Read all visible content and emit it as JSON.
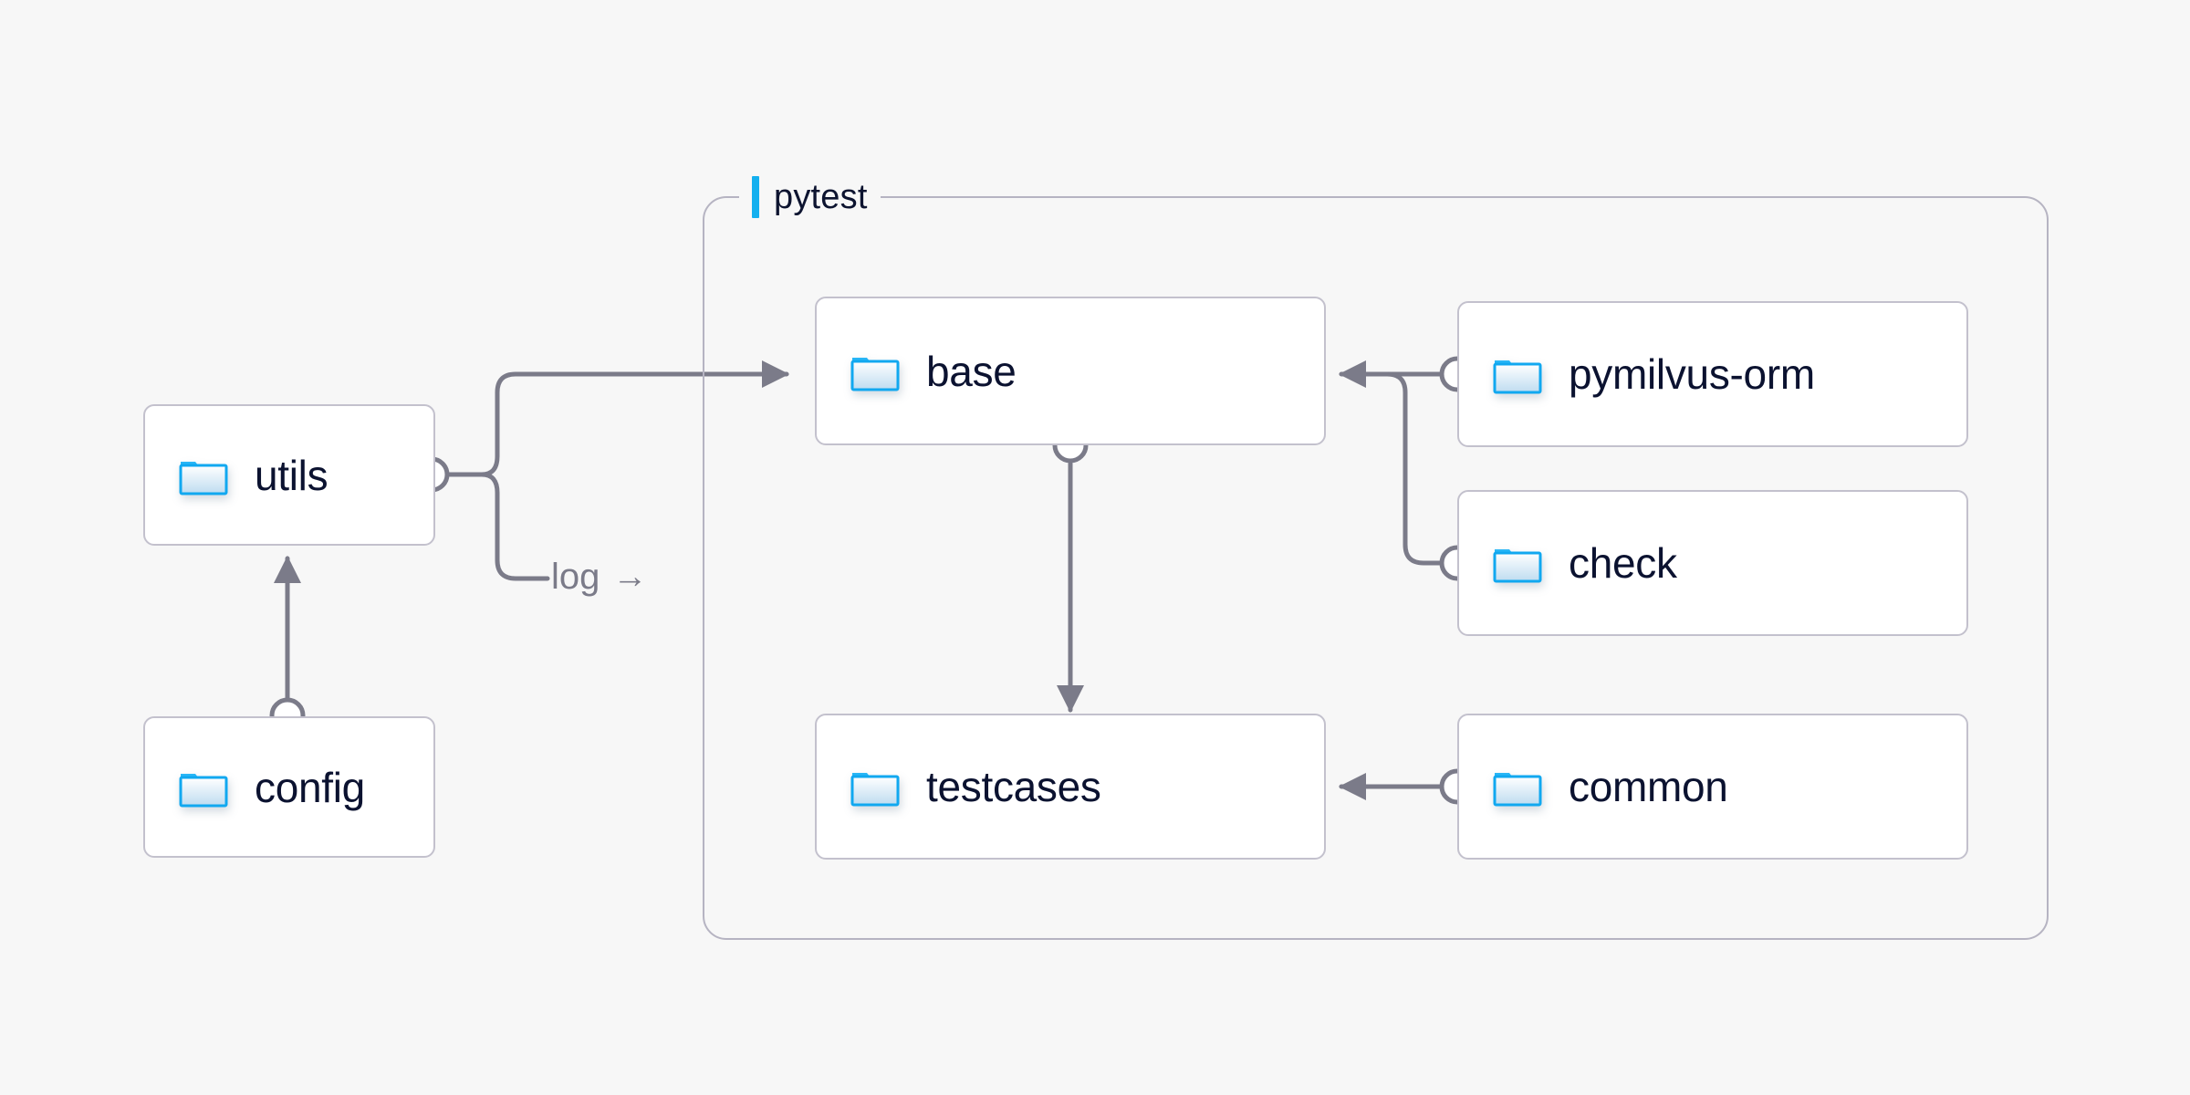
{
  "diagram": {
    "background_color": "#f7f7f7",
    "accent_color": "#14b0ef",
    "node_border_color": "#c3c1cd",
    "edge_color": "#7b7b89",
    "text_color": "#0b1230",
    "group": {
      "label": "pytest",
      "label_bar_color": "#14b0ef"
    },
    "nodes": [
      {
        "id": "utils",
        "label": "utils",
        "icon": "folder-icon"
      },
      {
        "id": "config",
        "label": "config",
        "icon": "folder-icon"
      },
      {
        "id": "base",
        "label": "base",
        "icon": "folder-icon"
      },
      {
        "id": "testcases",
        "label": "testcases",
        "icon": "folder-icon"
      },
      {
        "id": "pymilvus-orm",
        "label": "pymilvus-orm",
        "icon": "folder-icon"
      },
      {
        "id": "check",
        "label": "check",
        "icon": "folder-icon"
      },
      {
        "id": "common",
        "label": "common",
        "icon": "folder-icon"
      }
    ],
    "edges": [
      {
        "from": "config",
        "to": "utils",
        "label": ""
      },
      {
        "from": "utils",
        "to": "base",
        "label": ""
      },
      {
        "from": "utils",
        "to": "log",
        "label": "log",
        "arrow_glyph": "→"
      },
      {
        "from": "base",
        "to": "testcases",
        "label": ""
      },
      {
        "from": "pymilvus-orm",
        "to": "base",
        "label": ""
      },
      {
        "from": "check",
        "to": "base",
        "label": ""
      },
      {
        "from": "common",
        "to": "testcases",
        "label": ""
      }
    ]
  }
}
